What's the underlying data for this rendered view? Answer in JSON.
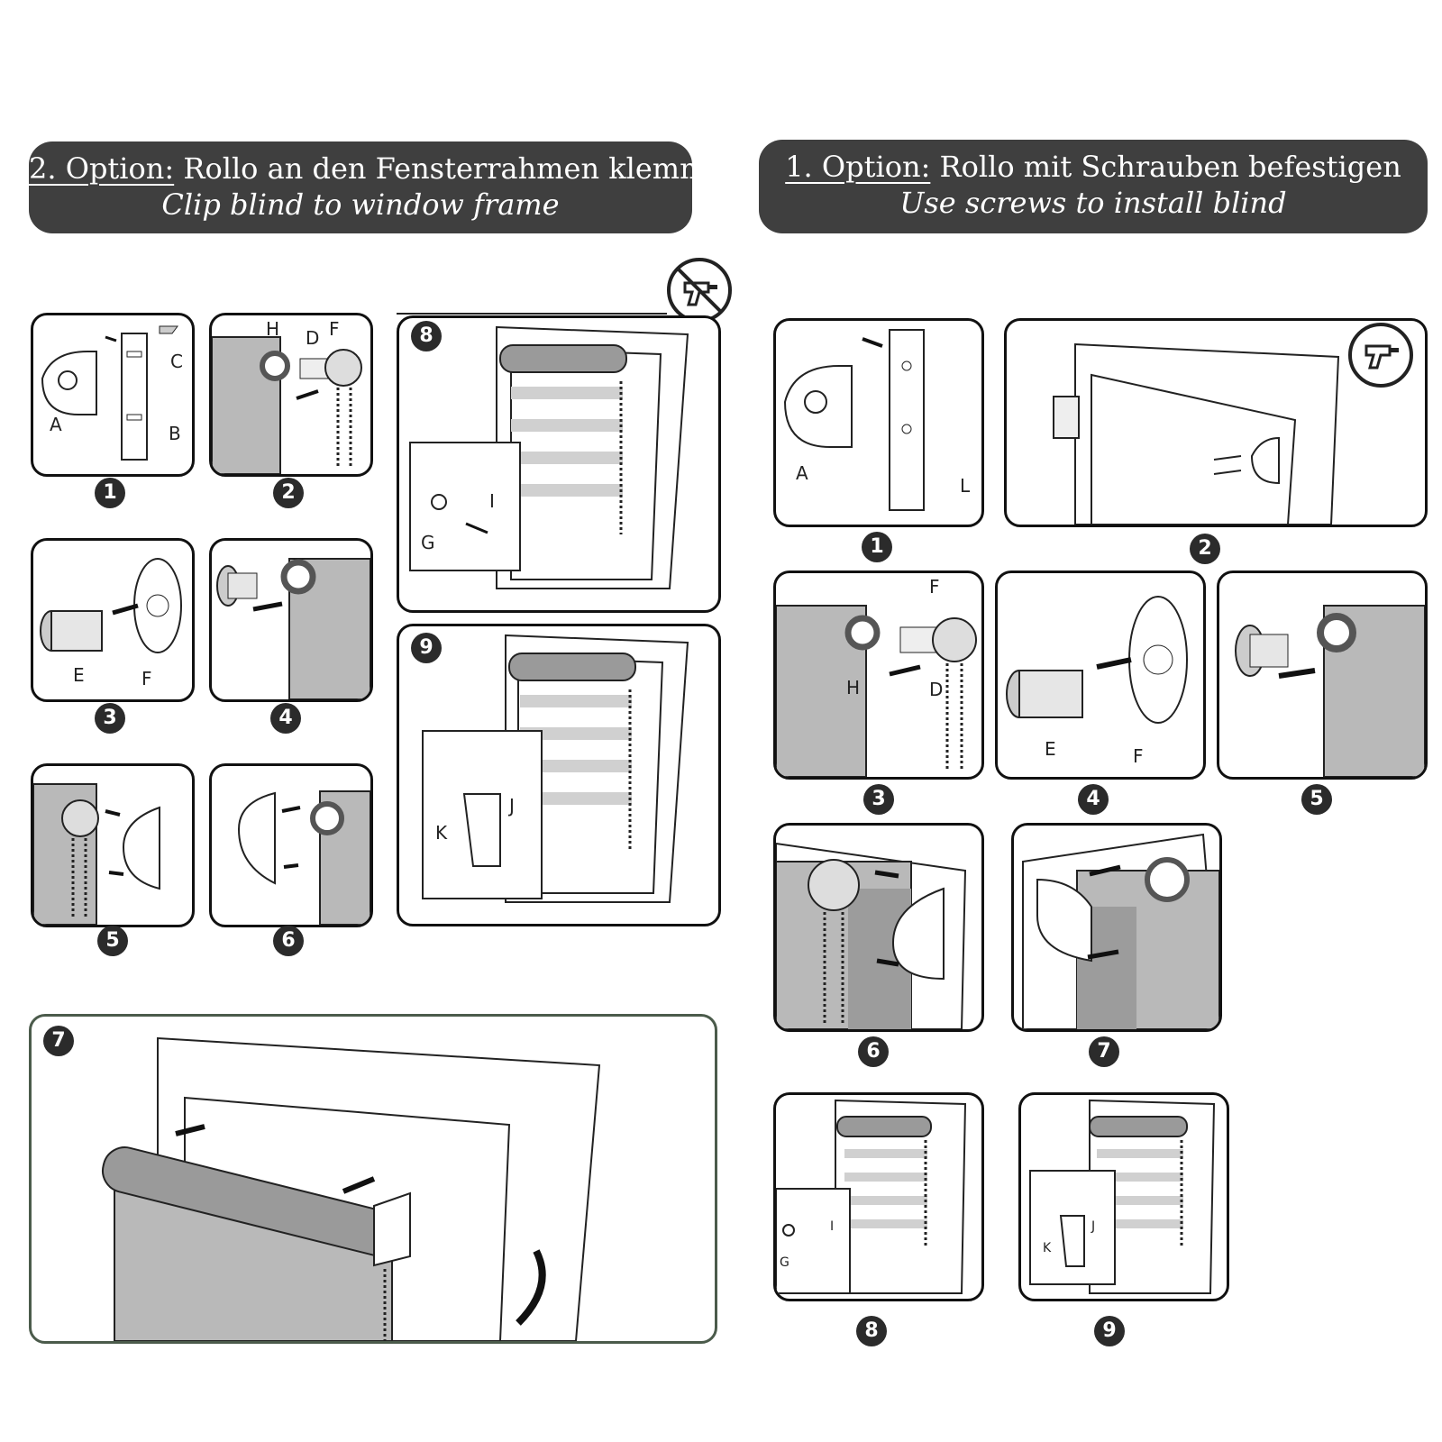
{
  "left_banner": {
    "option": "2. Option:",
    "title_de": "Rollo an den Fensterrahmen klemmen",
    "title_en": "Clip blind to window frame"
  },
  "right_banner": {
    "option": "1. Option:",
    "title_de": "Rollo mit Schrauben befestigen",
    "title_en": "Use screws to install blind"
  },
  "icons": {
    "no_drill": "no-drill-icon",
    "drill": "drill-icon"
  },
  "left_steps": [
    "1",
    "2",
    "3",
    "4",
    "5",
    "6",
    "7",
    "8",
    "9"
  ],
  "right_steps": [
    "1",
    "2",
    "3",
    "4",
    "5",
    "6",
    "7",
    "8",
    "9"
  ],
  "part_labels": {
    "a": "A",
    "b": "B",
    "c": "C",
    "d": "D",
    "e": "E",
    "f": "F",
    "g": "G",
    "h": "H",
    "i": "I",
    "j": "J",
    "k": "K",
    "l": "L"
  }
}
